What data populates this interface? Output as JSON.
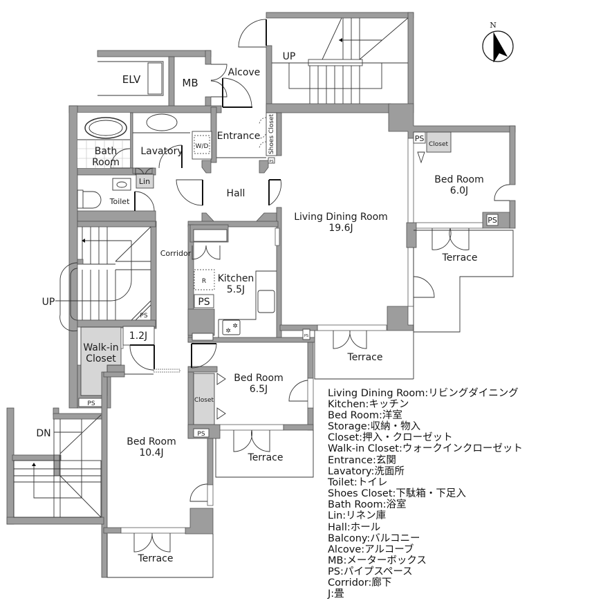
{
  "compass": {
    "label": "N",
    "icon": "north-arrow-icon"
  },
  "rooms": {
    "elv": {
      "label": "ELV"
    },
    "mb": {
      "label": "MB"
    },
    "alcove": {
      "label": "Alcove"
    },
    "stair_top": {
      "label": "UP"
    },
    "entrance": {
      "label": "Entrance"
    },
    "shoes_closet": {
      "label": "Shoes Closet"
    },
    "bath_room": {
      "line1": "Bath",
      "line2": "Room"
    },
    "lavatory": {
      "label": "Lavatory"
    },
    "wd": {
      "label": "W/D"
    },
    "lin": {
      "label": "Lin"
    },
    "hall": {
      "label": "Hall"
    },
    "toilet": {
      "label": "Toilet"
    },
    "bed_room_ne": {
      "name": "Bed Room",
      "size": "6.0J"
    },
    "closet_ne": {
      "label": "Closet"
    },
    "ps_ne_1": {
      "label": "PS"
    },
    "ps_ne_2": {
      "label": "PS"
    },
    "living": {
      "name": "Living Dining Room",
      "size": "19.6J"
    },
    "terrace_ne": {
      "label": "Terrace"
    },
    "corridor": {
      "label": "Corridor"
    },
    "kitchen": {
      "name": "Kitchen",
      "size": "5.5J",
      "fridge": "R",
      "ps": "PS"
    },
    "stair_left": {
      "label": "UP"
    },
    "ps_stair": {
      "label": "PS"
    },
    "wic_size": {
      "label": "1.2J"
    },
    "walk_in_closet": {
      "line1": "Walk-in",
      "line2": "Closet"
    },
    "terrace_living": {
      "label": "Terrace"
    },
    "bed_room_mid": {
      "name": "Bed Room",
      "size": "6.5J"
    },
    "closet_mid": {
      "label": "Closet"
    },
    "ps_wic": {
      "label": "PS"
    },
    "ps_mid": {
      "label": "PS"
    },
    "ps_kitchen_small": {
      "label": "PS"
    },
    "ps_entrance_small": {
      "label": "PS"
    },
    "stair_bottom": {
      "label": "DN"
    },
    "terrace_mid": {
      "label": "Terrace"
    },
    "bed_room_sw": {
      "name": "Bed Room",
      "size": "10.4J"
    },
    "terrace_sw": {
      "label": "Terrace"
    }
  },
  "legend": [
    "Living Dining Room:リビングダイニング",
    "Kitchen:キッチン",
    "Bed Room:洋室",
    "Storage:収納・物入",
    "Closet:押入・クローゼット",
    "Walk-in Closet:ウォークインクローゼット",
    "Entrance:玄関",
    "Lavatory:洗面所",
    "Toilet:トイレ",
    "Shoes Closet:下駄箱・下足入",
    "Bath Room:浴室",
    "Lin:リネン庫",
    "Hall:ホール",
    "Balcony:バルコニー",
    "Alcove:アルコーブ",
    "MB:メーターボックス",
    "PS:パイプスペース",
    "Corridor:廊下",
    "J:畳"
  ],
  "colors": {
    "wall": "#9d9d9d",
    "closet": "#d6d6d6",
    "line": "#333333"
  }
}
